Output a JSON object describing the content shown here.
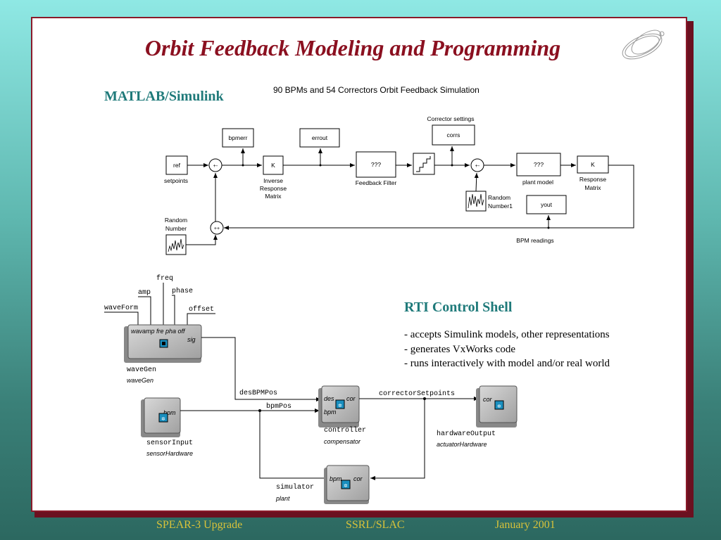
{
  "slide": {
    "title": "Orbit Feedback Modeling and Programming",
    "matlab_heading": "MATLAB/Simulink",
    "rti_heading": "RTI Control Shell",
    "rti_bullets": [
      "- accepts Simulink models, other representations",
      "- generates VxWorks code",
      "- runs interactively with model and/or real world"
    ],
    "logo_icon": "ring-logo-icon"
  },
  "simulink": {
    "title": "90 BPMs and 54 Correctors Orbit Feedback Simulation",
    "ref": "ref",
    "setpoints": "setpoints",
    "bpmerr": "bpmerr",
    "errout": "errout",
    "k_gain": "K",
    "inverse_l1": "Inverse",
    "inverse_l2": "Response",
    "inverse_l3": "Matrix",
    "qqq": "???",
    "feedback_filter": "Feedback Filter",
    "corrector_settings": "Corrector settings",
    "corrs": "corrs",
    "plant_model": "plant model",
    "k_response": "K",
    "response_l1": "Response",
    "response_l2": "Matrix",
    "random_number": "Random",
    "random_number_l2": "Number",
    "random_number1_l1": "Random",
    "random_number1_l2": "Number1",
    "yout": "yout",
    "bpm_readings": "BPM readings",
    "sum_signs": "+-",
    "sum2_signs": "++"
  },
  "rti": {
    "params": [
      "freq",
      "amp",
      "phase",
      "waveForm",
      "offset"
    ],
    "wavegen_ports": "wavamp fre pha off",
    "wavegen_sig": "sig",
    "wavegen_name": "waveGen",
    "wavegen_type": "waveGen",
    "desBPMPos": "desBPMPos",
    "bpmPos": "bpmPos",
    "correctorSetpoints": "correctorSetpoints",
    "sensor_port": "bpm",
    "sensor_name": "sensorInput",
    "sensor_type": "sensorHardware",
    "controller_port_des": "des",
    "controller_port_cor": "cor",
    "controller_port_bpm": "bpm",
    "controller_name": "controller",
    "controller_type": "compensator",
    "hw_port": "cor",
    "hw_name": "hardwareOutput",
    "hw_type": "actuatorHardware",
    "sim_port_bpm": "bpm",
    "sim_port_cor": "cor",
    "sim_name": "simulator",
    "sim_type": "plant"
  },
  "footer": {
    "left": "SPEAR-3 Upgrade",
    "center": "SSRL/SLAC",
    "right": "January 2001"
  },
  "colors": {
    "title": "#8b1020",
    "heading": "#1f7a7a",
    "footer": "#d8c23a",
    "slide_border": "#8a1a2a"
  }
}
